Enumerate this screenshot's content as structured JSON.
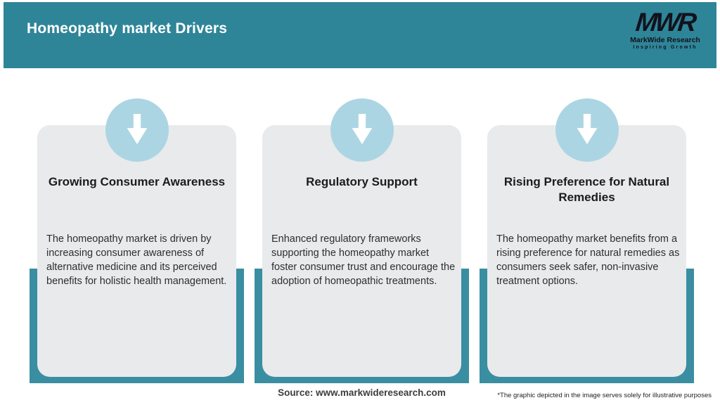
{
  "header": {
    "title": "Homeopathy market Drivers",
    "bg_color": "#2F8598",
    "logo": {
      "mark": "MWR",
      "name": "MarkWide Research",
      "tagline": "Inspiring Growth"
    }
  },
  "cards": [
    {
      "icon": "arrow-down-icon",
      "title": "Growing Consumer Awareness",
      "description": "The homeopathy market is driven by increasing consumer awareness of alternative medicine and its perceived benefits for holistic health management."
    },
    {
      "icon": "arrow-down-icon",
      "title": "Regulatory Support",
      "description": "Enhanced regulatory frameworks supporting the homeopathy market foster consumer trust and encourage the adoption of homeopathic treatments."
    },
    {
      "icon": "arrow-down-icon",
      "title": "Rising Preference for Natural Remedies",
      "description": "The homeopathy market benefits from a rising preference for natural remedies as consumers seek safer, non-invasive treatment options."
    }
  ],
  "footer": {
    "source": "Source: www.markwideresearch.com",
    "disclaimer": "*The graphic depicted in the image serves solely for illustrative purposes"
  },
  "colors": {
    "header_teal": "#2F8598",
    "shadow_teal": "#3A8EA2",
    "card_gray": "#E8EAEC",
    "circle_blue": "#ACD5E3",
    "title_text": "#1B1B1B",
    "body_text": "#2E2E2E"
  }
}
